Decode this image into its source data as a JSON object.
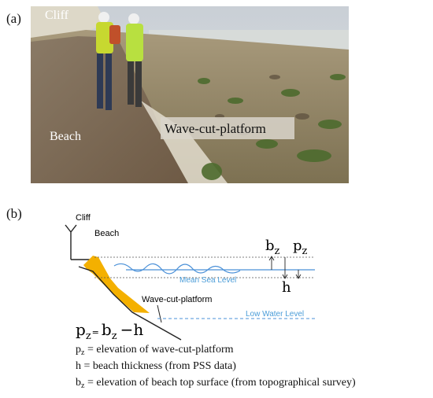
{
  "panels": {
    "a": "(a)",
    "b": "(b)"
  },
  "photo": {
    "cliff": "Cliff",
    "beach": "Beach",
    "platform": "Wave-cut-platform"
  },
  "diagram": {
    "cliff": "Cliff",
    "beach": "Beach",
    "platform": "Wave-cut-platform",
    "mean_sea_level": "Mean Sea Level",
    "low_water_level": "Low Water Level",
    "bz_base": "b",
    "bz_sub": "z",
    "pz_base": "p",
    "pz_sub": "z",
    "h": "h",
    "equation": {
      "p": "p",
      "p_sub": "z",
      "eq": "=",
      "b": "b",
      "b_sub": "z",
      "minus_h": "−h"
    },
    "colors": {
      "sea": "#4a90d8",
      "beach": "#f4b000",
      "low_water": "#4a90d8",
      "mean_sea_text": "#4a9cd8"
    }
  },
  "legend": [
    {
      "sym": "p",
      "sub": "z",
      "text": " = elevation of wave-cut-platform"
    },
    {
      "sym": "h",
      "sub": "",
      "text": " = beach thickness (from PSS data)"
    },
    {
      "sym": "b",
      "sub": "z",
      "text": " = elevation of beach top surface (from topographical survey)"
    }
  ]
}
